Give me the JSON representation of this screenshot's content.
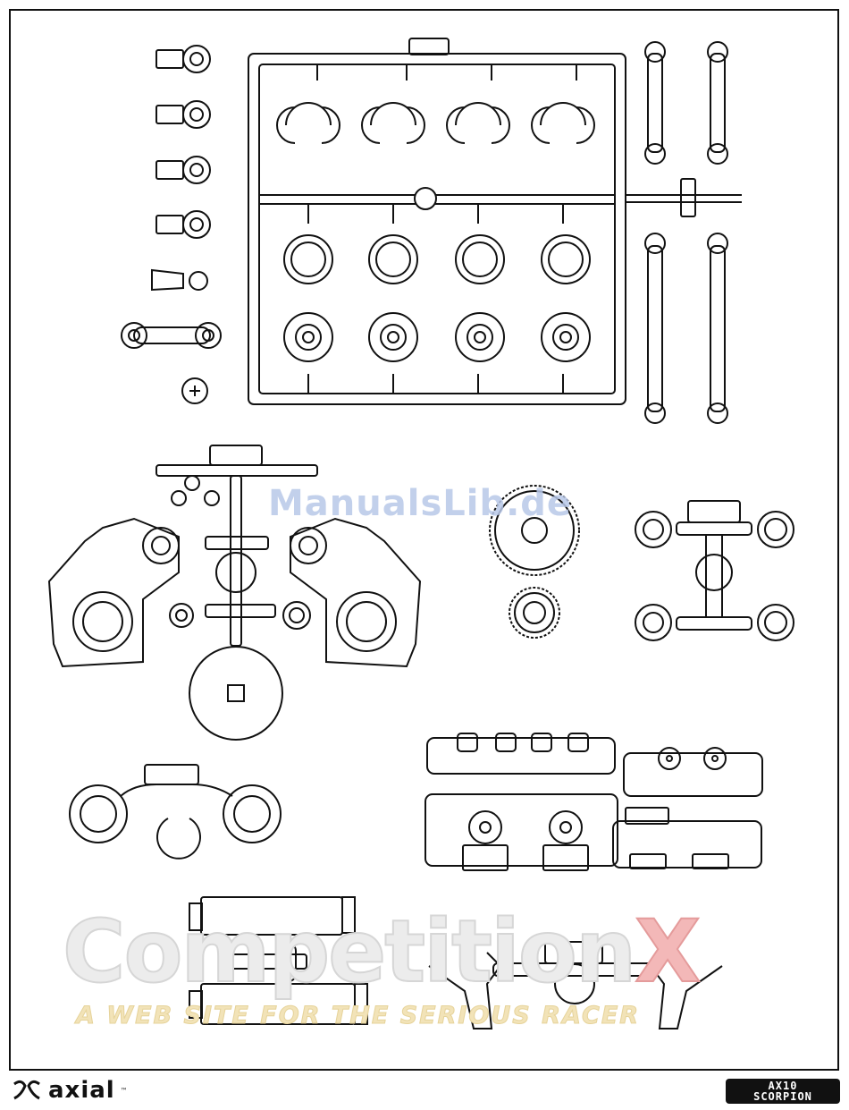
{
  "watermarks": {
    "manualslib": "ManualsLib.de",
    "competition_main": "Competition",
    "competition_x": "X",
    "competition_tagline": "A WEB SITE    FOR THE SERIOUS RACER"
  },
  "footer": {
    "brand": "axial",
    "trademark": "™",
    "model_line1": "AX10",
    "model_line2": "SCORPION"
  },
  "colors": {
    "line": "#111111",
    "watermark_blue": "#b8c8e8",
    "watermark_red": "#e49b9b"
  }
}
